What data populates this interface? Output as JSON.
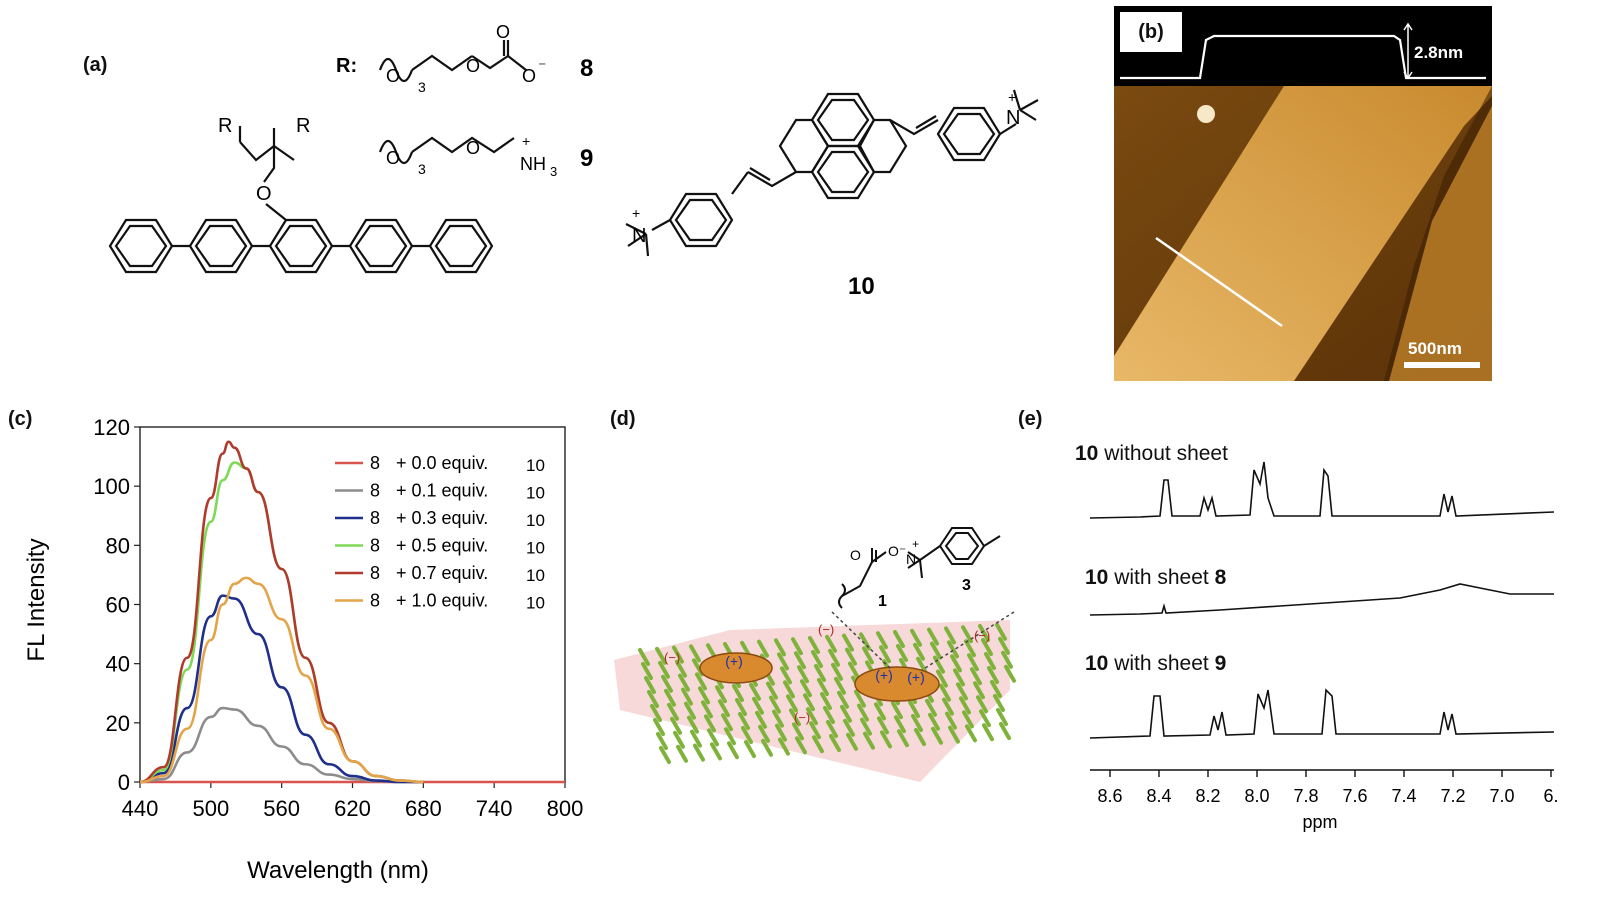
{
  "panels": {
    "a": "(a)",
    "b": "(b)",
    "c": "(c)",
    "d": "(d)",
    "e": "(e)"
  },
  "panel_a": {
    "r_prefix": "R:",
    "compound_8": "8",
    "compound_9": "9",
    "subscript_3": "3",
    "r_atom": "R",
    "o_atom": "O",
    "carboxylate": "O",
    "ammonium": "NH",
    "ammonium_sub": "3",
    "compound_10": "10",
    "n_atom": "N"
  },
  "panel_b": {
    "height_label": "2.8nm",
    "scale_bar": "500nm"
  },
  "panel_d": {
    "label_1": "1",
    "label_3": "3"
  },
  "panel_e": {
    "spectra": [
      {
        "num": "10",
        "text": " without sheet",
        "sheet": ""
      },
      {
        "num": "10",
        "text": " with sheet ",
        "sheet": "8"
      },
      {
        "num": "10",
        "text": " with sheet ",
        "sheet": "9"
      }
    ],
    "xlabel": "ppm",
    "ticks": [
      "8.6",
      "8.4",
      "8.2",
      "8.0",
      "7.8",
      "7.6",
      "7.4",
      "7.2",
      "7.0",
      "6."
    ]
  },
  "chart_data": {
    "type": "line",
    "xlabel": "Wavelength (nm)",
    "ylabel": "FL Intensity",
    "xlim": [
      440,
      800
    ],
    "ylim": [
      0,
      120
    ],
    "xticks": [
      440,
      500,
      560,
      620,
      680,
      740,
      800
    ],
    "yticks": [
      0,
      20,
      40,
      60,
      80,
      100,
      120
    ],
    "grid": false,
    "legend_position": "top-right",
    "series": [
      {
        "name": "8 + 0.0 equiv. 10",
        "color": "#d9534f",
        "x": [
          440,
          500,
          560,
          620,
          680,
          740,
          800
        ],
        "values": [
          0,
          0,
          0,
          0,
          0,
          0,
          0
        ]
      },
      {
        "name": "8 + 0.1 equiv. 10",
        "color": "#8c8c8c",
        "x": [
          440,
          460,
          480,
          500,
          510,
          520,
          540,
          560,
          580,
          600,
          620,
          640,
          660,
          680
        ],
        "values": [
          0,
          1,
          10,
          22,
          25,
          24.5,
          19,
          12,
          6,
          2.5,
          1,
          0.3,
          0,
          0
        ]
      },
      {
        "name": "8 + 0.3 equiv. 10",
        "color": "#1f2f8a",
        "x": [
          440,
          460,
          480,
          500,
          510,
          520,
          540,
          560,
          580,
          600,
          620,
          640,
          660,
          680
        ],
        "values": [
          0,
          3,
          25,
          56,
          63,
          62,
          50,
          32,
          16,
          6,
          2,
          0.5,
          0,
          0
        ]
      },
      {
        "name": "8 + 0.5 equiv. 10",
        "color": "#7ed957",
        "x": [
          440,
          460,
          480,
          500,
          510,
          520,
          530,
          540,
          560,
          580,
          600,
          620,
          640,
          660,
          680
        ],
        "values": [
          0,
          4,
          38,
          88,
          102,
          108,
          106,
          98,
          72,
          42,
          20,
          7,
          2,
          0.5,
          0
        ]
      },
      {
        "name": "8 + 0.7 equiv. 10",
        "color": "#b03a2e",
        "x": [
          440,
          460,
          480,
          500,
          510,
          515,
          520,
          530,
          540,
          560,
          580,
          600,
          620,
          640,
          660,
          680
        ],
        "values": [
          0,
          5,
          42,
          96,
          111,
          115,
          113,
          106,
          98,
          72,
          42,
          20,
          7,
          2,
          0.5,
          0
        ]
      },
      {
        "name": "8 + 1.0 equiv. 10",
        "color": "#e3a44a",
        "x": [
          440,
          460,
          480,
          500,
          510,
          520,
          530,
          540,
          560,
          580,
          600,
          620,
          640,
          660,
          680
        ],
        "values": [
          0,
          2,
          18,
          48,
          60,
          67,
          69,
          67,
          55,
          36,
          18,
          7,
          2,
          0.5,
          0
        ]
      }
    ],
    "legend": {
      "prefix": "8",
      "entries": [
        "+ 0.0 equiv.",
        "+ 0.1 equiv.",
        "+ 0.3 equiv.",
        "+ 0.5 equiv.",
        "+ 0.7 equiv.",
        "+ 1.0 equiv."
      ],
      "suffix": "10"
    }
  }
}
